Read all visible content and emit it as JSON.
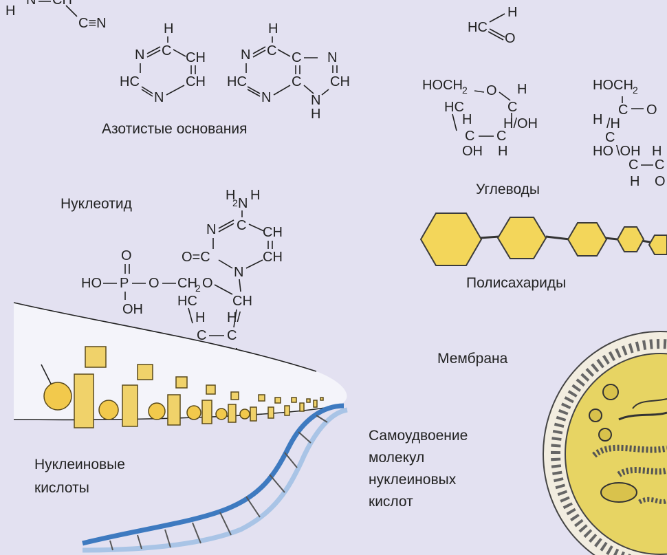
{
  "labels": {
    "nitrogen_bases": "Азотистые основания",
    "nucleotide": "Нуклеотид",
    "carbohydrates": "Углеводы",
    "polysaccharides": "Полисахариды",
    "membrane": "Мембрана",
    "self_replication": [
      "Самоудвоение",
      "молекул",
      "нуклеиновых",
      "кислот"
    ],
    "nucleic_acids": [
      "Нуклеиновые",
      "кислоты"
    ]
  },
  "colors": {
    "background": "#e3e1f1",
    "hexagon_fill": "#f3d65a",
    "membrane_beads": "#f2ede0",
    "cell_interior": "#e7d463"
  }
}
